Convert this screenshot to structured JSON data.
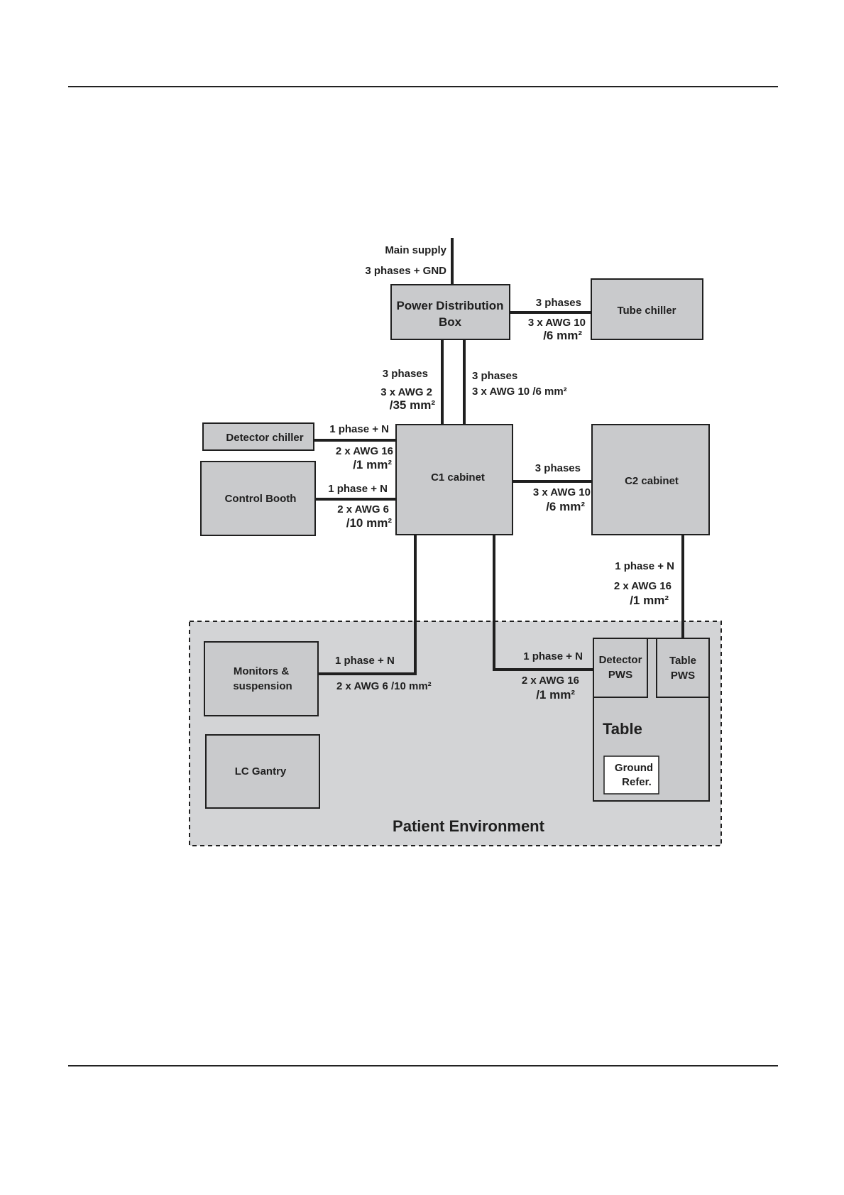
{
  "diagram": {
    "main_supply": "Main supply",
    "main_supply_phases": "3 phases + GND",
    "pdb_line1": "Power Distribution",
    "pdb_line2": "Box",
    "tube_chiller": "Tube chiller",
    "pdb_tube_phases": "3 phases",
    "pdb_tube_cable1": "3 x AWG 10",
    "pdb_tube_cable2": "/6 mm²",
    "pdb_c1_left_phases": "3 phases",
    "pdb_c1_left_cable1": "3 x AWG 2",
    "pdb_c1_left_cable2": "/35 mm²",
    "pdb_c1_right_phases": "3 phases",
    "pdb_c1_right_cable": "3 x AWG 10 /6 mm²",
    "detector_chiller": "Detector chiller",
    "detchiller_phase": "1 phase + N",
    "detchiller_cable1": "2 x AWG 16",
    "detchiller_cable2": "/1 mm²",
    "control_booth": "Control Booth",
    "booth_phase": "1 phase + N",
    "booth_cable1": "2 x AWG 6",
    "booth_cable2": "/10 mm²",
    "c1_cabinet": "C1 cabinet",
    "c2_cabinet": "C2 cabinet",
    "c1c2_phases": "3 phases",
    "c1c2_cable1": "3 x AWG 10",
    "c1c2_cable2": "/6 mm²",
    "c2_table_phase": "1 phase + N",
    "c2_table_cable1": "2 x AWG 16",
    "c2_table_cable2": "/1 mm²",
    "monitors_line1": "Monitors &",
    "monitors_line2": "suspension",
    "monitors_phase": "1 phase + N",
    "monitors_cable": "2 x AWG 6 /10 mm²",
    "lc_gantry": "LC Gantry",
    "detpws_phase": "1 phase + N",
    "detpws_cable1": "2 x AWG 16",
    "detpws_cable2": "/1 mm²",
    "detector_pws_line1": "Detector",
    "detector_pws_line2": "PWS",
    "table_pws_line1": "Table",
    "table_pws_line2": "PWS",
    "table": "Table",
    "ground_line1": "Ground",
    "ground_line2": "Refer.",
    "patient_environment": "Patient Environment"
  }
}
